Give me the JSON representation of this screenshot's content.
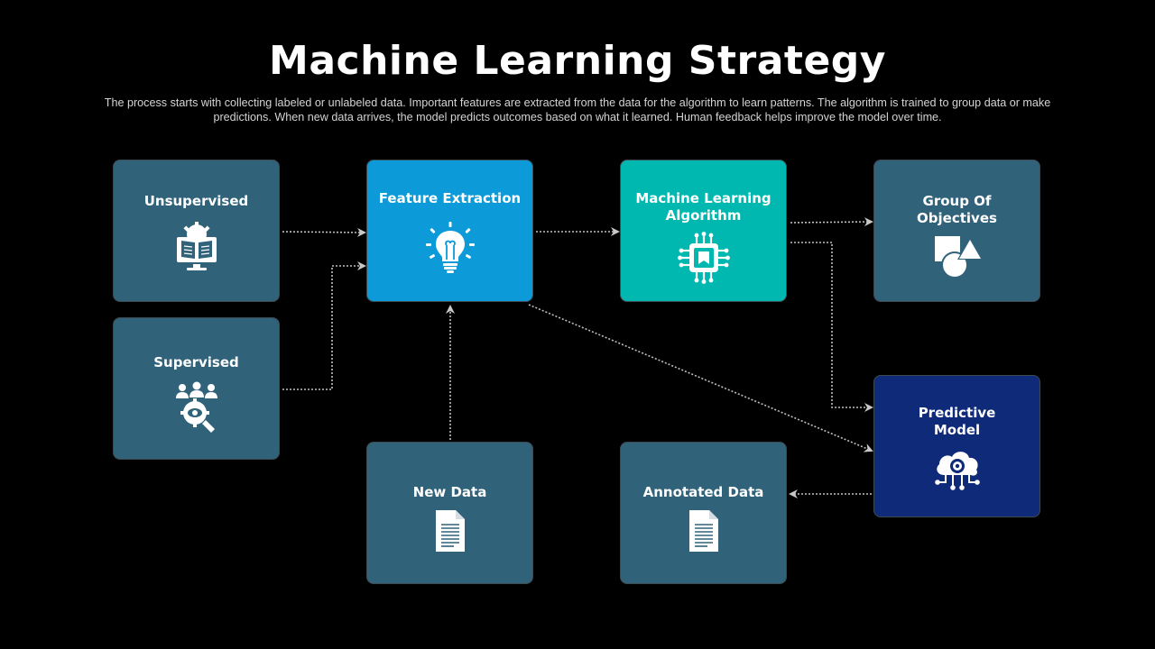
{
  "title": "Machine Learning Strategy",
  "subtitle": "The process starts with collecting labeled or unlabeled data. Important features are extracted from the data for the algorithm to learn patterns. The algorithm is trained to group data or make predictions. When new data arrives, the model predicts outcomes based on what it learned. Human feedback helps improve the model over time.",
  "nodes": {
    "unsupervised": {
      "label": "Unsupervised",
      "color": "#30627a",
      "icon": "book-gear-icon"
    },
    "supervised": {
      "label": "Supervised",
      "color": "#30627a",
      "icon": "users-search-icon"
    },
    "feature_extraction": {
      "label": "Feature Extraction",
      "color": "#0d9ad8",
      "icon": "lightbulb-icon"
    },
    "ml_algorithm": {
      "label": "Machine Learning\nAlgorithm",
      "color": "#00b8b0",
      "icon": "chip-icon"
    },
    "group_objectives": {
      "label": "Group Of\nObjectives",
      "color": "#30627a",
      "icon": "shapes-icon"
    },
    "predictive_model": {
      "label": "Predictive\nModel",
      "color": "#0f2a78",
      "icon": "cloud-network-icon"
    },
    "new_data": {
      "label": "New Data",
      "color": "#30627a",
      "icon": "document-icon"
    },
    "annotated_data": {
      "label": "Annotated Data",
      "color": "#30627a",
      "icon": "document-icon"
    }
  },
  "edges": [
    {
      "from": "unsupervised",
      "to": "feature_extraction"
    },
    {
      "from": "supervised",
      "to": "feature_extraction"
    },
    {
      "from": "new_data",
      "to": "feature_extraction"
    },
    {
      "from": "feature_extraction",
      "to": "ml_algorithm"
    },
    {
      "from": "feature_extraction",
      "to": "predictive_model"
    },
    {
      "from": "ml_algorithm",
      "to": "group_objectives"
    },
    {
      "from": "ml_algorithm",
      "to": "predictive_model"
    },
    {
      "from": "predictive_model",
      "to": "annotated_data"
    }
  ],
  "connector_color": "#bfbfbf"
}
